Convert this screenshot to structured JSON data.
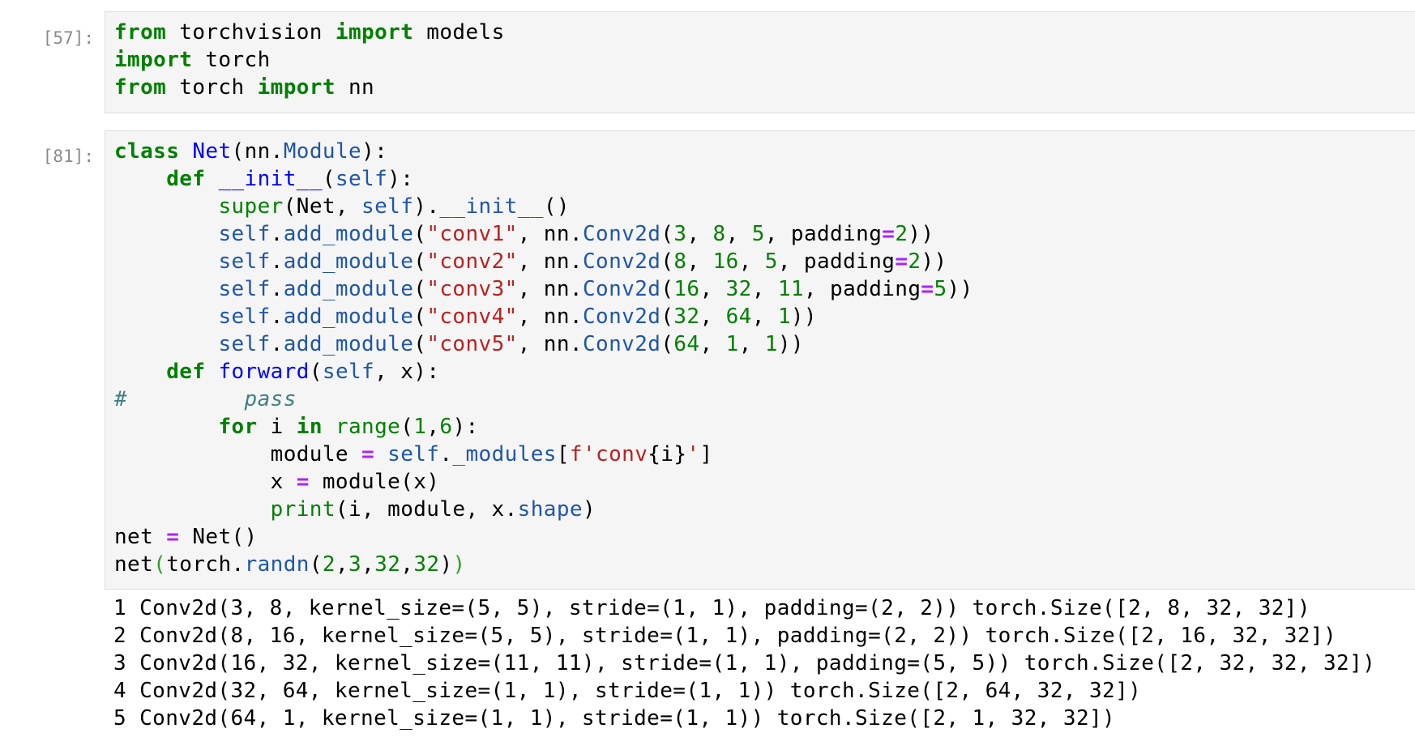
{
  "cells": [
    {
      "prompt": "[57]:",
      "lines": [
        [
          {
            "t": "from",
            "c": "kw"
          },
          {
            "t": " torchvision "
          },
          {
            "t": "import",
            "c": "kw"
          },
          {
            "t": " models"
          }
        ],
        [
          {
            "t": "import",
            "c": "kw"
          },
          {
            "t": " torch"
          }
        ],
        [
          {
            "t": "from",
            "c": "kw"
          },
          {
            "t": " torch "
          },
          {
            "t": "import",
            "c": "kw"
          },
          {
            "t": " nn"
          }
        ]
      ]
    },
    {
      "prompt": "[81]:",
      "lines": [
        [
          {
            "t": "class",
            "c": "kw"
          },
          {
            "t": " "
          },
          {
            "t": "Net",
            "c": "cls"
          },
          {
            "t": "(nn."
          },
          {
            "t": "Module",
            "c": "attr"
          },
          {
            "t": "):"
          }
        ],
        [
          {
            "t": "    "
          },
          {
            "t": "def",
            "c": "kw"
          },
          {
            "t": " "
          },
          {
            "t": "__init__",
            "c": "fn"
          },
          {
            "t": "("
          },
          {
            "t": "self",
            "c": "attr"
          },
          {
            "t": "):"
          }
        ],
        [
          {
            "t": "        "
          },
          {
            "t": "super",
            "c": "bi"
          },
          {
            "t": "(Net, "
          },
          {
            "t": "self",
            "c": "attr"
          },
          {
            "t": ")."
          },
          {
            "t": "__init__",
            "c": "attr"
          },
          {
            "t": "()"
          }
        ],
        [
          {
            "t": "        "
          },
          {
            "t": "self",
            "c": "attr"
          },
          {
            "t": "."
          },
          {
            "t": "add_module",
            "c": "attr"
          },
          {
            "t": "("
          },
          {
            "t": "\"conv1\"",
            "c": "str"
          },
          {
            "t": ", nn."
          },
          {
            "t": "Conv2d",
            "c": "attr"
          },
          {
            "t": "("
          },
          {
            "t": "3",
            "c": "num"
          },
          {
            "t": ", "
          },
          {
            "t": "8",
            "c": "num"
          },
          {
            "t": ", "
          },
          {
            "t": "5",
            "c": "num"
          },
          {
            "t": ", padding"
          },
          {
            "t": "=",
            "c": "op"
          },
          {
            "t": "2",
            "c": "num"
          },
          {
            "t": "))"
          }
        ],
        [
          {
            "t": "        "
          },
          {
            "t": "self",
            "c": "attr"
          },
          {
            "t": "."
          },
          {
            "t": "add_module",
            "c": "attr"
          },
          {
            "t": "("
          },
          {
            "t": "\"conv2\"",
            "c": "str"
          },
          {
            "t": ", nn."
          },
          {
            "t": "Conv2d",
            "c": "attr"
          },
          {
            "t": "("
          },
          {
            "t": "8",
            "c": "num"
          },
          {
            "t": ", "
          },
          {
            "t": "16",
            "c": "num"
          },
          {
            "t": ", "
          },
          {
            "t": "5",
            "c": "num"
          },
          {
            "t": ", padding"
          },
          {
            "t": "=",
            "c": "op"
          },
          {
            "t": "2",
            "c": "num"
          },
          {
            "t": "))"
          }
        ],
        [
          {
            "t": "        "
          },
          {
            "t": "self",
            "c": "attr"
          },
          {
            "t": "."
          },
          {
            "t": "add_module",
            "c": "attr"
          },
          {
            "t": "("
          },
          {
            "t": "\"conv3\"",
            "c": "str"
          },
          {
            "t": ", nn."
          },
          {
            "t": "Conv2d",
            "c": "attr"
          },
          {
            "t": "("
          },
          {
            "t": "16",
            "c": "num"
          },
          {
            "t": ", "
          },
          {
            "t": "32",
            "c": "num"
          },
          {
            "t": ", "
          },
          {
            "t": "11",
            "c": "num"
          },
          {
            "t": ", padding"
          },
          {
            "t": "=",
            "c": "op"
          },
          {
            "t": "5",
            "c": "num"
          },
          {
            "t": "))"
          }
        ],
        [
          {
            "t": "        "
          },
          {
            "t": "self",
            "c": "attr"
          },
          {
            "t": "."
          },
          {
            "t": "add_module",
            "c": "attr"
          },
          {
            "t": "("
          },
          {
            "t": "\"conv4\"",
            "c": "str"
          },
          {
            "t": ", nn."
          },
          {
            "t": "Conv2d",
            "c": "attr"
          },
          {
            "t": "("
          },
          {
            "t": "32",
            "c": "num"
          },
          {
            "t": ", "
          },
          {
            "t": "64",
            "c": "num"
          },
          {
            "t": ", "
          },
          {
            "t": "1",
            "c": "num"
          },
          {
            "t": "))"
          }
        ],
        [
          {
            "t": "        "
          },
          {
            "t": "self",
            "c": "attr"
          },
          {
            "t": "."
          },
          {
            "t": "add_module",
            "c": "attr"
          },
          {
            "t": "("
          },
          {
            "t": "\"conv5\"",
            "c": "str"
          },
          {
            "t": ", nn."
          },
          {
            "t": "Conv2d",
            "c": "attr"
          },
          {
            "t": "("
          },
          {
            "t": "64",
            "c": "num"
          },
          {
            "t": ", "
          },
          {
            "t": "1",
            "c": "num"
          },
          {
            "t": ", "
          },
          {
            "t": "1",
            "c": "num"
          },
          {
            "t": "))"
          }
        ],
        [
          {
            "t": "    "
          },
          {
            "t": "def",
            "c": "kw"
          },
          {
            "t": " "
          },
          {
            "t": "forward",
            "c": "fn"
          },
          {
            "t": "("
          },
          {
            "t": "self",
            "c": "attr"
          },
          {
            "t": ", x):"
          }
        ],
        [
          {
            "t": "#         pass",
            "c": "cmt"
          }
        ],
        [
          {
            "t": "        "
          },
          {
            "t": "for",
            "c": "kw"
          },
          {
            "t": " i "
          },
          {
            "t": "in",
            "c": "kw"
          },
          {
            "t": " "
          },
          {
            "t": "range",
            "c": "bi"
          },
          {
            "t": "("
          },
          {
            "t": "1",
            "c": "num"
          },
          {
            "t": ","
          },
          {
            "t": "6",
            "c": "num"
          },
          {
            "t": "):"
          }
        ],
        [
          {
            "t": "            module "
          },
          {
            "t": "=",
            "c": "op"
          },
          {
            "t": " "
          },
          {
            "t": "self",
            "c": "attr"
          },
          {
            "t": "."
          },
          {
            "t": "_modules",
            "c": "attr"
          },
          {
            "t": "["
          },
          {
            "t": "f'conv",
            "c": "str"
          },
          {
            "t": "{i}"
          },
          {
            "t": "'",
            "c": "str"
          },
          {
            "t": "]"
          }
        ],
        [
          {
            "t": "            x "
          },
          {
            "t": "=",
            "c": "op"
          },
          {
            "t": " module(x)"
          }
        ],
        [
          {
            "t": "            "
          },
          {
            "t": "print",
            "c": "bi"
          },
          {
            "t": "(i, module, x."
          },
          {
            "t": "shape",
            "c": "attr"
          },
          {
            "t": ")"
          }
        ],
        [
          {
            "t": "net "
          },
          {
            "t": "=",
            "c": "op"
          },
          {
            "t": " Net()"
          }
        ],
        [
          {
            "t": "net"
          },
          {
            "t": "(",
            "c": "brk"
          },
          {
            "t": "torch."
          },
          {
            "t": "randn",
            "c": "attr"
          },
          {
            "t": "("
          },
          {
            "t": "2",
            "c": "num"
          },
          {
            "t": ","
          },
          {
            "t": "3",
            "c": "num"
          },
          {
            "t": ","
          },
          {
            "t": "32",
            "c": "num"
          },
          {
            "t": ","
          },
          {
            "t": "32",
            "c": "num"
          },
          {
            "t": ")"
          },
          {
            "t": ")",
            "c": "brk"
          }
        ]
      ],
      "output": [
        "1 Conv2d(3, 8, kernel_size=(5, 5), stride=(1, 1), padding=(2, 2)) torch.Size([2, 8, 32, 32])",
        "2 Conv2d(8, 16, kernel_size=(5, 5), stride=(1, 1), padding=(2, 2)) torch.Size([2, 16, 32, 32])",
        "3 Conv2d(16, 32, kernel_size=(11, 11), stride=(1, 1), padding=(5, 5)) torch.Size([2, 32, 32, 32])",
        "4 Conv2d(32, 64, kernel_size=(1, 1), stride=(1, 1)) torch.Size([2, 64, 32, 32])",
        "5 Conv2d(64, 1, kernel_size=(1, 1), stride=(1, 1)) torch.Size([2, 1, 32, 32])"
      ]
    }
  ]
}
